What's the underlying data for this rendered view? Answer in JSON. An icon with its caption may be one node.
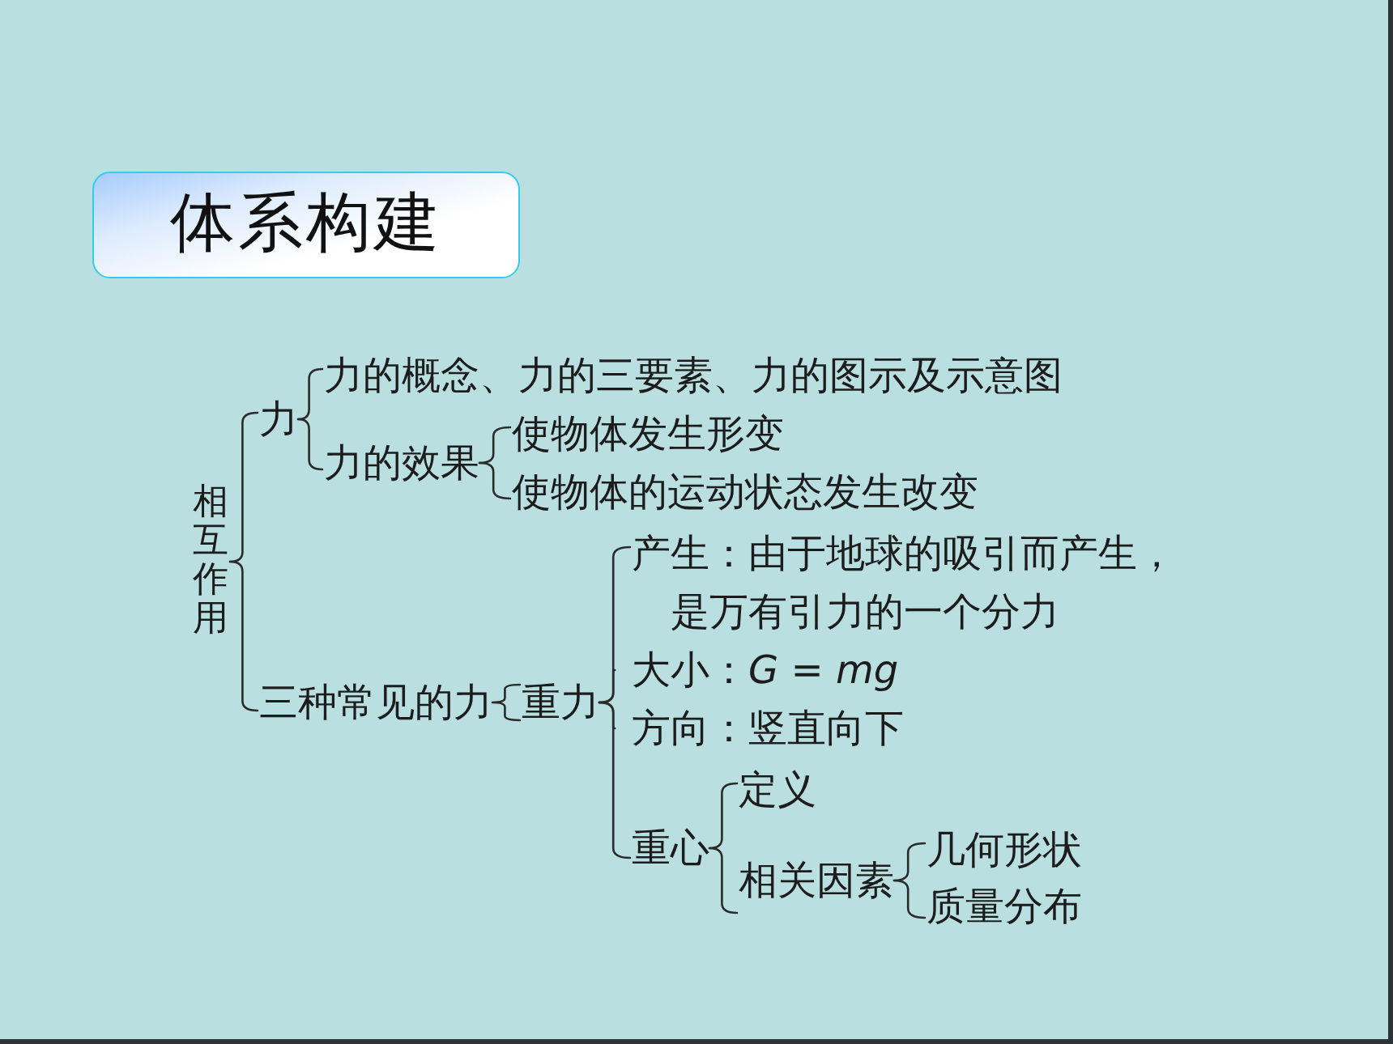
{
  "diagram": {
    "title": "体系构建",
    "nodes": [
      {
        "text": [
          "相互作用"
        ]
      },
      {
        "text": [
          "力"
        ]
      },
      {
        "text": [
          "力的概念、力的三要素、力的图示及示意图"
        ]
      },
      {
        "text": [
          "力的效果"
        ]
      },
      {
        "text": [
          "使物体发生形变"
        ]
      },
      {
        "text": [
          "使物体的运动状态发生改变"
        ]
      },
      {
        "text": [
          "三种常见的力"
        ]
      },
      {
        "text": [
          "重力"
        ]
      },
      {
        "text": [
          "产生：由于地球的吸引而产生，是万有引力的一个分力"
        ]
      },
      {
        "text": [
          "大小：*G* = *mg*"
        ]
      },
      {
        "text": [
          "方向：竖直向下"
        ]
      },
      {
        "text": [
          "重心"
        ]
      },
      {
        "text": [
          "定义"
        ]
      },
      {
        "text": [
          "相关因素"
        ]
      },
      {
        "text": [
          "几何形状"
        ]
      },
      {
        "text": [
          "质量分布"
        ]
      }
    ],
    "edges": [
      {
        "from": 0,
        "to": 1,
        "arrow": "none"
      },
      {
        "from": 0,
        "to": 6,
        "arrow": "none"
      },
      {
        "from": 1,
        "to": 2,
        "arrow": "none"
      },
      {
        "from": 1,
        "to": 3,
        "arrow": "none"
      },
      {
        "from": 3,
        "to": 4,
        "arrow": "none"
      },
      {
        "from": 3,
        "to": 5,
        "arrow": "none"
      },
      {
        "from": 6,
        "to": 7,
        "arrow": "none"
      },
      {
        "from": 7,
        "to": 8,
        "arrow": "none"
      },
      {
        "from": 7,
        "to": 9,
        "arrow": "none"
      },
      {
        "from": 7,
        "to": 10,
        "arrow": "none"
      },
      {
        "from": 7,
        "to": 11,
        "arrow": "none"
      },
      {
        "from": 11,
        "to": 12,
        "arrow": "none"
      },
      {
        "from": 11,
        "to": 13,
        "arrow": "none"
      },
      {
        "from": 13,
        "to": 14,
        "arrow": "none"
      },
      {
        "from": 13,
        "to": 15,
        "arrow": "none"
      }
    ]
  }
}
